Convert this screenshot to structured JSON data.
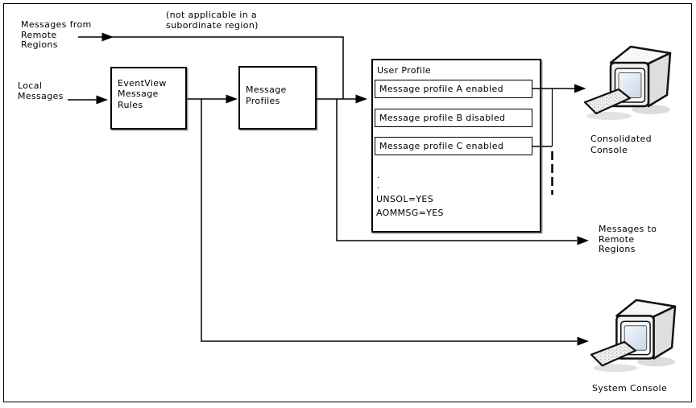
{
  "diagram": {
    "labels": {
      "messages_from_remote": "Messages from\nRemote\nRegions",
      "not_applicable": "(not applicable in a\nsubordinate region)",
      "local_messages": "Local\nMessages",
      "messages_to_remote": "Messages to\nRemote\nRegions",
      "consolidated_console": "Consolidated\nConsole",
      "system_console": "System Console"
    },
    "boxes": {
      "eventview_label": "EventView\nMessage\nRules",
      "message_profiles_label": "Message\nProfiles",
      "user_profile": {
        "title": "User Profile",
        "profiles": [
          {
            "label": "Message profile A enabled"
          },
          {
            "label": "Message profile B disabled"
          },
          {
            "label": "Message profile C enabled"
          }
        ],
        "ellipsis": ".\n.",
        "settings": "UNSOL=YES\nAOMMSG=YES"
      }
    },
    "colors": {
      "background": "#ffffff",
      "line": "#000000",
      "box_border": "#000000",
      "box_shadow": "#9b9b9b",
      "screen_tint": "#d9e5f0"
    }
  }
}
